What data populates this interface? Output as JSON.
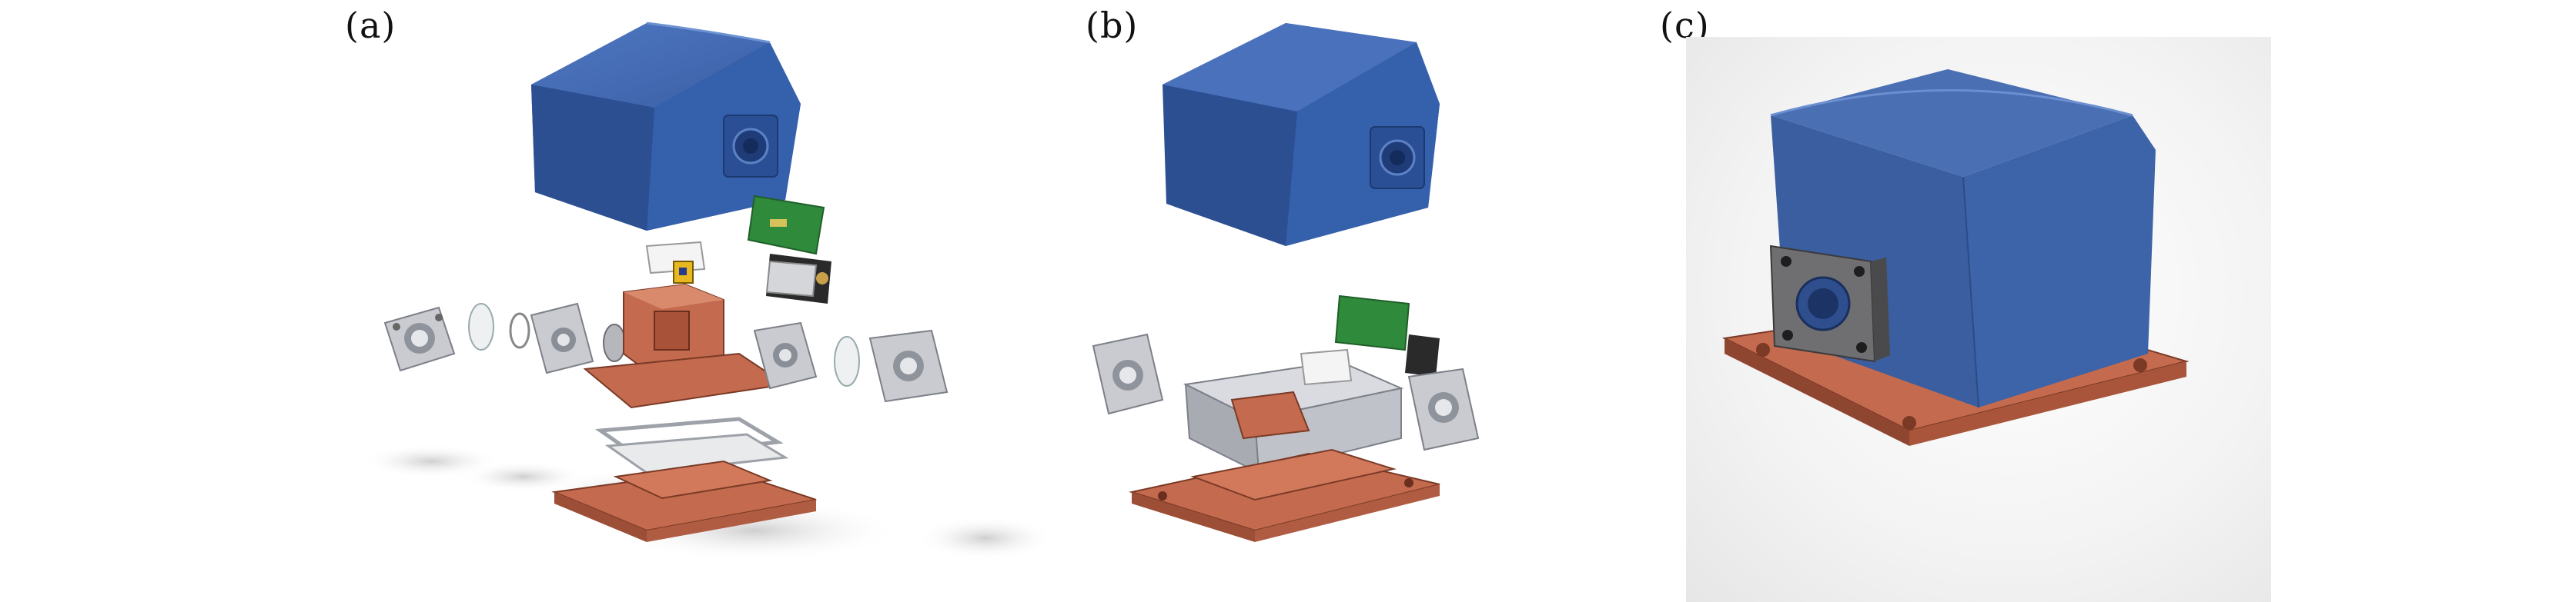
{
  "panels": [
    {
      "label": "(a)",
      "view": "exploded-assembly"
    },
    {
      "label": "(b)",
      "view": "partially-assembled"
    },
    {
      "label": "(c)",
      "view": "assembled-render"
    }
  ],
  "colors": {
    "housing_blue": "#3b62a8",
    "copper_base": "#c46a4e",
    "pcb_green": "#2f8a3c",
    "metal_gray": "#c9cbd0",
    "white_part": "#f2f2f2",
    "shadow": "#d9d9d9"
  }
}
